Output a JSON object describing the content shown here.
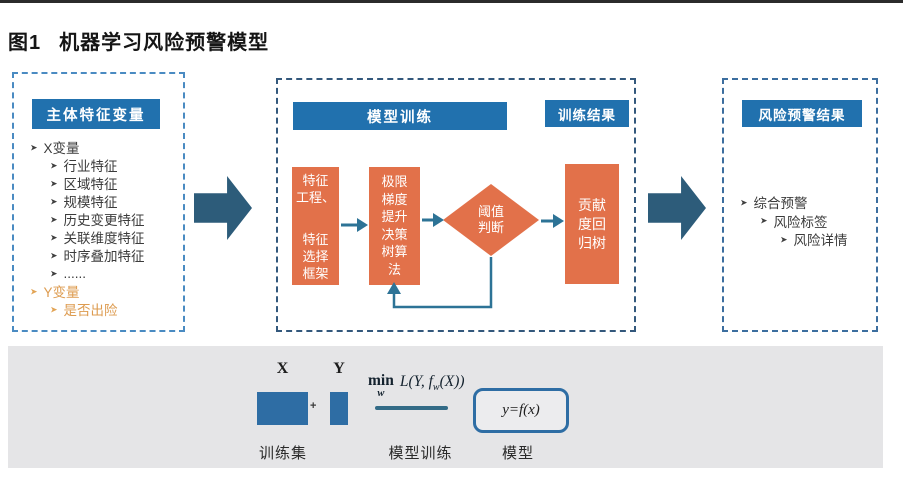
{
  "page": {
    "title_prefix": "图1",
    "title": "机器学习风险预警模型"
  },
  "left_panel": {
    "header": "主体特征变量",
    "bullet": "➤",
    "items": [
      {
        "label": "X变量"
      },
      {
        "label": "行业特征"
      },
      {
        "label": "区域特征"
      },
      {
        "label": "规模特征"
      },
      {
        "label": "历史变更特征"
      },
      {
        "label": "关联维度特征"
      },
      {
        "label": "时序叠加特征"
      },
      {
        "label": "......"
      },
      {
        "label": "Y变量"
      },
      {
        "label": "是否出险"
      }
    ]
  },
  "middle_panel": {
    "train_header": "模型训练",
    "result_header": "训练结果",
    "feature_box": {
      "l1": "特征",
      "l2": "工程、",
      "l3": "特征",
      "l4": "选择",
      "l5": "框架"
    },
    "xgboost_box": {
      "l1": "极限",
      "l2": "梯度",
      "l3": "提升",
      "l4": "决策",
      "l5": "树算",
      "l6": "法"
    },
    "threshold_diamond": {
      "l1": "阈值",
      "l2": "判断"
    },
    "contribution_box": {
      "l1": "贡献",
      "l2": "度回",
      "l3": "归树"
    }
  },
  "right_panel": {
    "header": "风险预警结果",
    "bullet": "➤",
    "items": [
      {
        "label": "综合预警"
      },
      {
        "label": "风险标签"
      },
      {
        "label": "风险详情"
      }
    ]
  },
  "bottom_panel": {
    "x_label": "X",
    "plus": "+",
    "y_label": "Y",
    "train_set_label": "训练集",
    "formula": {
      "min_word": "min",
      "min_sub": "w",
      "body_prefix": "L(Y, f",
      "body_sub": "w",
      "body_suffix": "(X))"
    },
    "train_label": "模型训练",
    "model_text": "y=f(x)",
    "model_label": "模型"
  },
  "colors": {
    "header_blue": "#2171ae",
    "box_orange": "#e2714a",
    "big_arrow_blue": "#2d5c7a",
    "flow_line_blue": "#2d7396",
    "orange_text": "#dd9b4f",
    "band_gray": "#e5e5e7",
    "rect_blue": "#2e6da4"
  }
}
